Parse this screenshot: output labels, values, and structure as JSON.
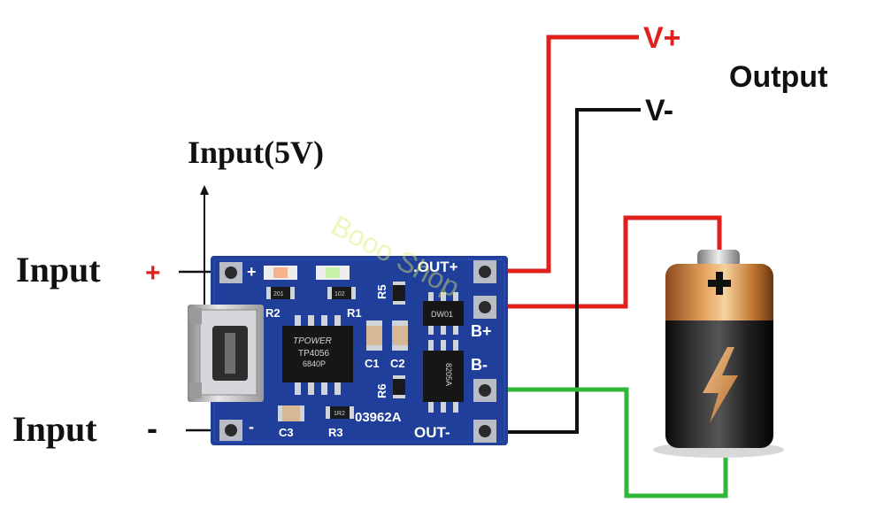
{
  "labels": {
    "input_5v": "Input(5V)",
    "input_plus": "Input",
    "input_plus_sign": "+",
    "input_minus": "Input",
    "input_minus_sign": "-",
    "v_plus": "V+",
    "v_minus": "V-",
    "output": "Output"
  },
  "board": {
    "pin_plus": "+",
    "pin_minus": "-",
    "out_plus": ".OUT+",
    "out_minus": "OUT-",
    "b_plus": "B+",
    "b_minus": "B-",
    "r2": "R2",
    "r1": "R1",
    "r5": "R5",
    "r6": "R6",
    "r3": "R3",
    "c1": "C1",
    "c2": "C2",
    "c3": "C3",
    "code": "03962A",
    "chip_brand": "TPOWER",
    "chip_model": "TP4056",
    "chip_lot": "6840P",
    "res_code_1": "201",
    "res_code_2": "102",
    "res_code_3": "1R2",
    "diode_code": "DW01",
    "mosfet_code": "8205A"
  },
  "watermark": "Booo Shop",
  "colors": {
    "positive_wire": "#e0201c",
    "negative_wire": "#111111",
    "battery_wire": "#2fb83a",
    "board": "#1f3f9a",
    "plus_sign": "#e0201c"
  },
  "icons": {
    "battery": "battery-icon",
    "bolt": "lightning-bolt-icon",
    "usb": "micro-usb-port-icon"
  }
}
